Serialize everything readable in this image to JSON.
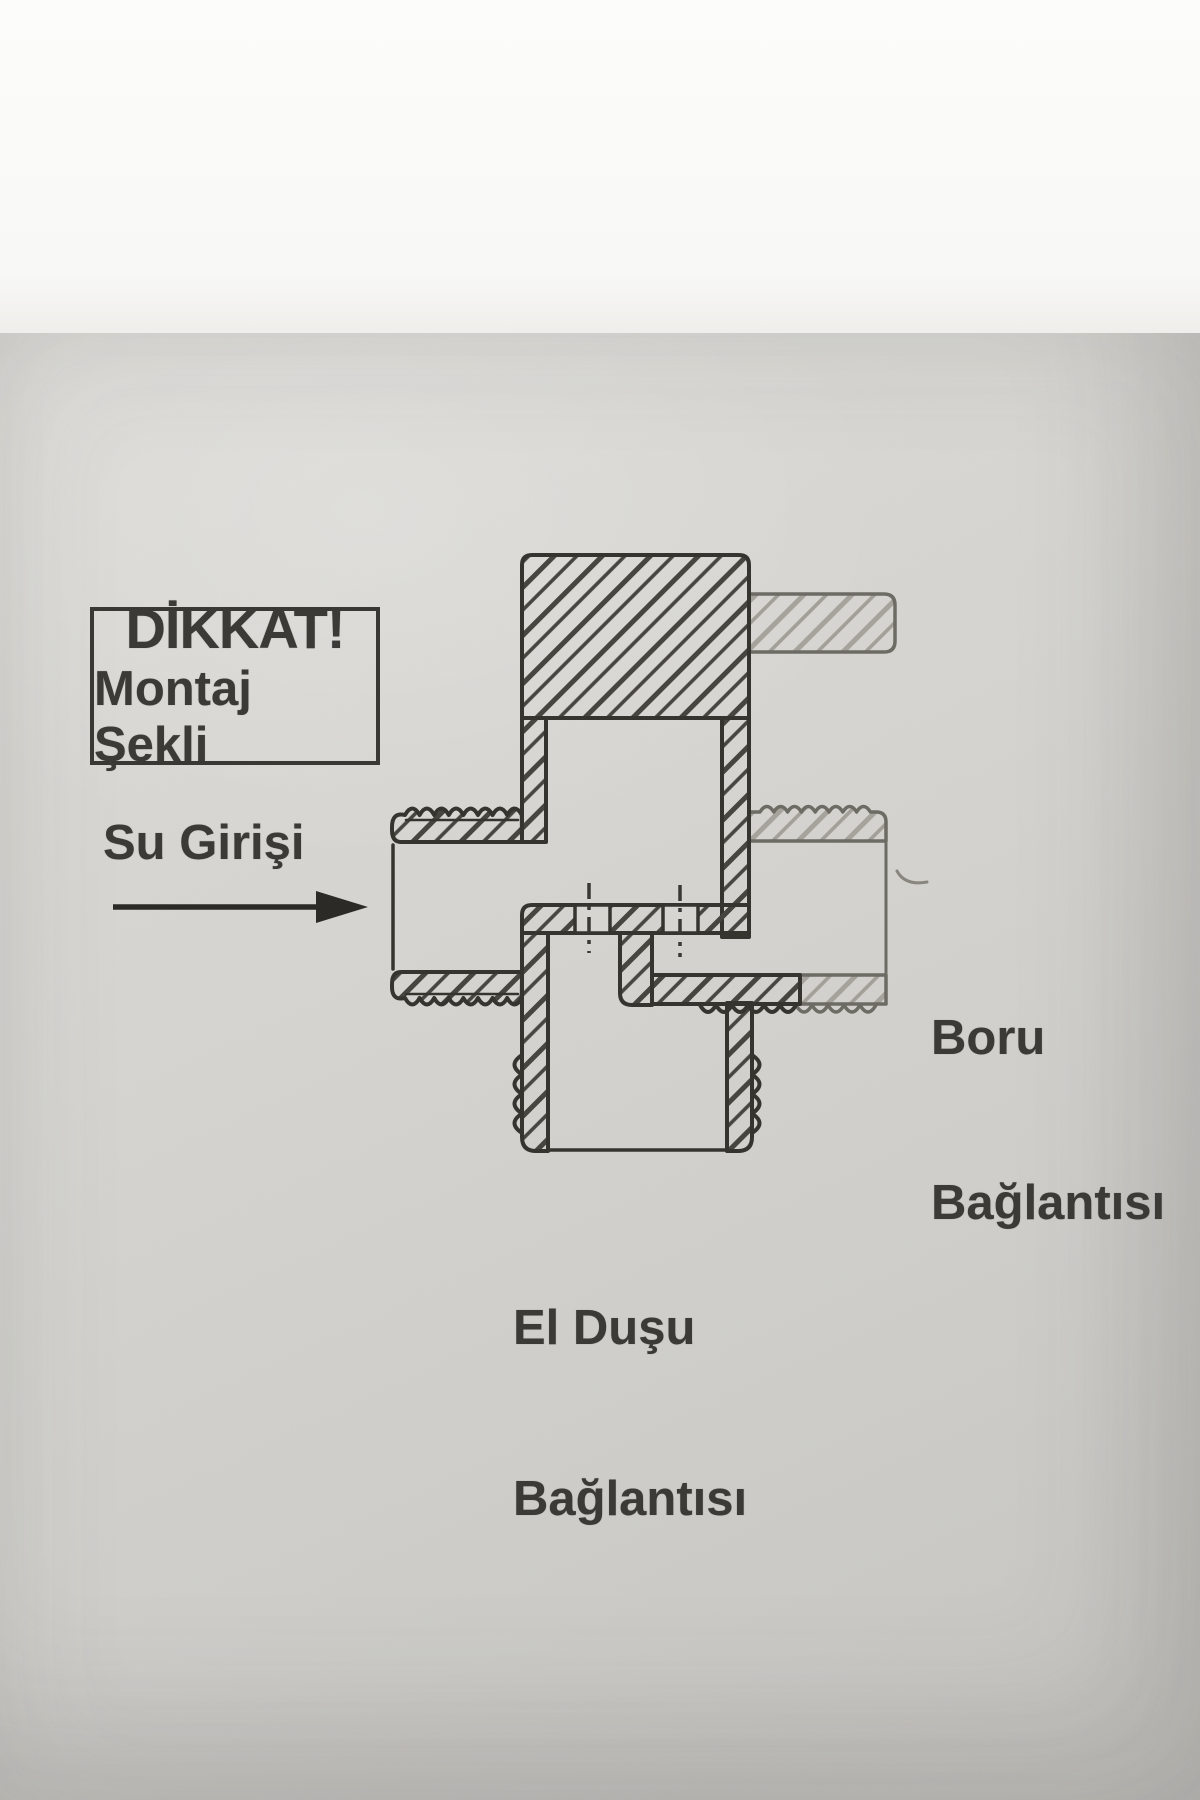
{
  "page": {
    "top_band_color": "#fbfbf9",
    "paper_color": "#d6d5d1"
  },
  "colors": {
    "line_dark": "#36342f",
    "hatch_dark": "#47453f",
    "line_faint": "#6c6b64",
    "hatch_faint": "#a5a39b",
    "text": "#3b3a37",
    "arrow": "#2b2a26"
  },
  "warning_box": {
    "line1": "DİKKAT!",
    "line2": "Montaj Şekli"
  },
  "labels": {
    "water_inlet": "Su Girişi",
    "pipe_connection_line1": "Boru",
    "pipe_connection_line2": "Bağlantısı",
    "hand_shower_line1": "El Duşu",
    "hand_shower_line2": "Bağlantısı"
  },
  "diagram": {
    "kind": "cross-section installation drawing of a diverter fitting",
    "flow_arrow_direction": "right"
  }
}
